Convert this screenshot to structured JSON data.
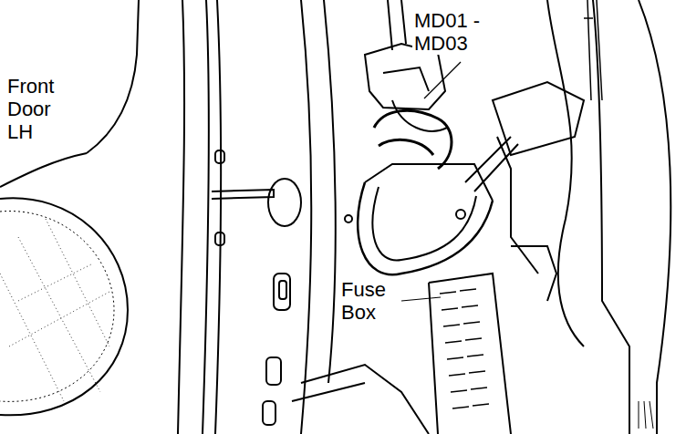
{
  "diagram": {
    "labels": [
      "Front Door LH",
      "MD01 - MD03",
      "Fuse Box"
    ]
  }
}
